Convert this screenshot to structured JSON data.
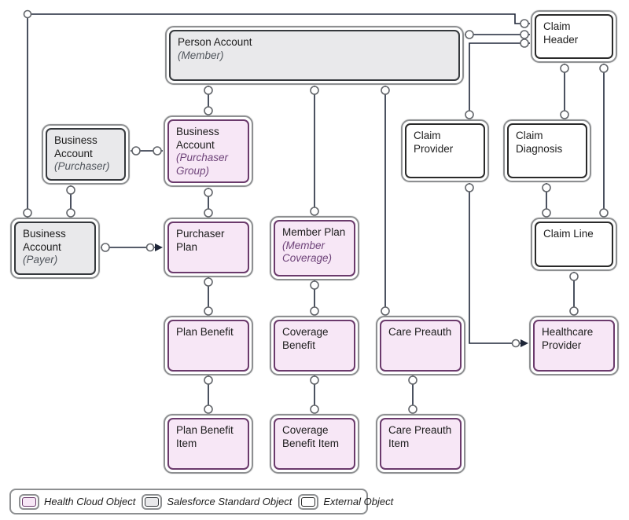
{
  "diagram": {
    "nodes": {
      "person_account": {
        "label": "Person Account",
        "sublabel": "(Member)"
      },
      "claim_header": {
        "label": "Claim Header"
      },
      "business_account_purchaser": {
        "label": "Business Account",
        "sublabel": "(Purchaser)"
      },
      "business_account_purchaser_group": {
        "label": "Business Account",
        "sublabel": "(Purchaser Group)"
      },
      "claim_provider": {
        "label": "Claim Provider"
      },
      "claim_diagnosis": {
        "label": "Claim Diagnosis"
      },
      "business_account_payer": {
        "label": "Business Account",
        "sublabel": "(Payer)"
      },
      "purchaser_plan": {
        "label": "Purchaser Plan"
      },
      "member_plan": {
        "label": "Member Plan",
        "sublabel": "(Member Coverage)"
      },
      "claim_line": {
        "label": "Claim Line"
      },
      "plan_benefit": {
        "label": "Plan Benefit"
      },
      "coverage_benefit": {
        "label": "Coverage Benefit"
      },
      "care_preauth": {
        "label": "Care Preauth"
      },
      "healthcare_provider": {
        "label": "Healthcare Provider"
      },
      "plan_benefit_item": {
        "label": "Plan Benefit Item"
      },
      "coverage_benefit_item": {
        "label": "Coverage Benefit Item"
      },
      "care_preauth_item": {
        "label": "Care Preauth Item"
      }
    },
    "legend": {
      "items": [
        {
          "type": "health",
          "label": "Health Cloud Object"
        },
        {
          "type": "standard",
          "label": "Salesforce Standard Object"
        },
        {
          "type": "external",
          "label": "External Object"
        }
      ]
    },
    "colors": {
      "health_fill": "#f7e7f6",
      "health_border": "#6b3a6c",
      "standard_fill": "#e9e9eb",
      "standard_border": "#35383c",
      "external_fill": "#ffffff",
      "external_border": "#2a2a2a",
      "box_outline": "#8d8f91",
      "connector": "#1e2638"
    }
  }
}
